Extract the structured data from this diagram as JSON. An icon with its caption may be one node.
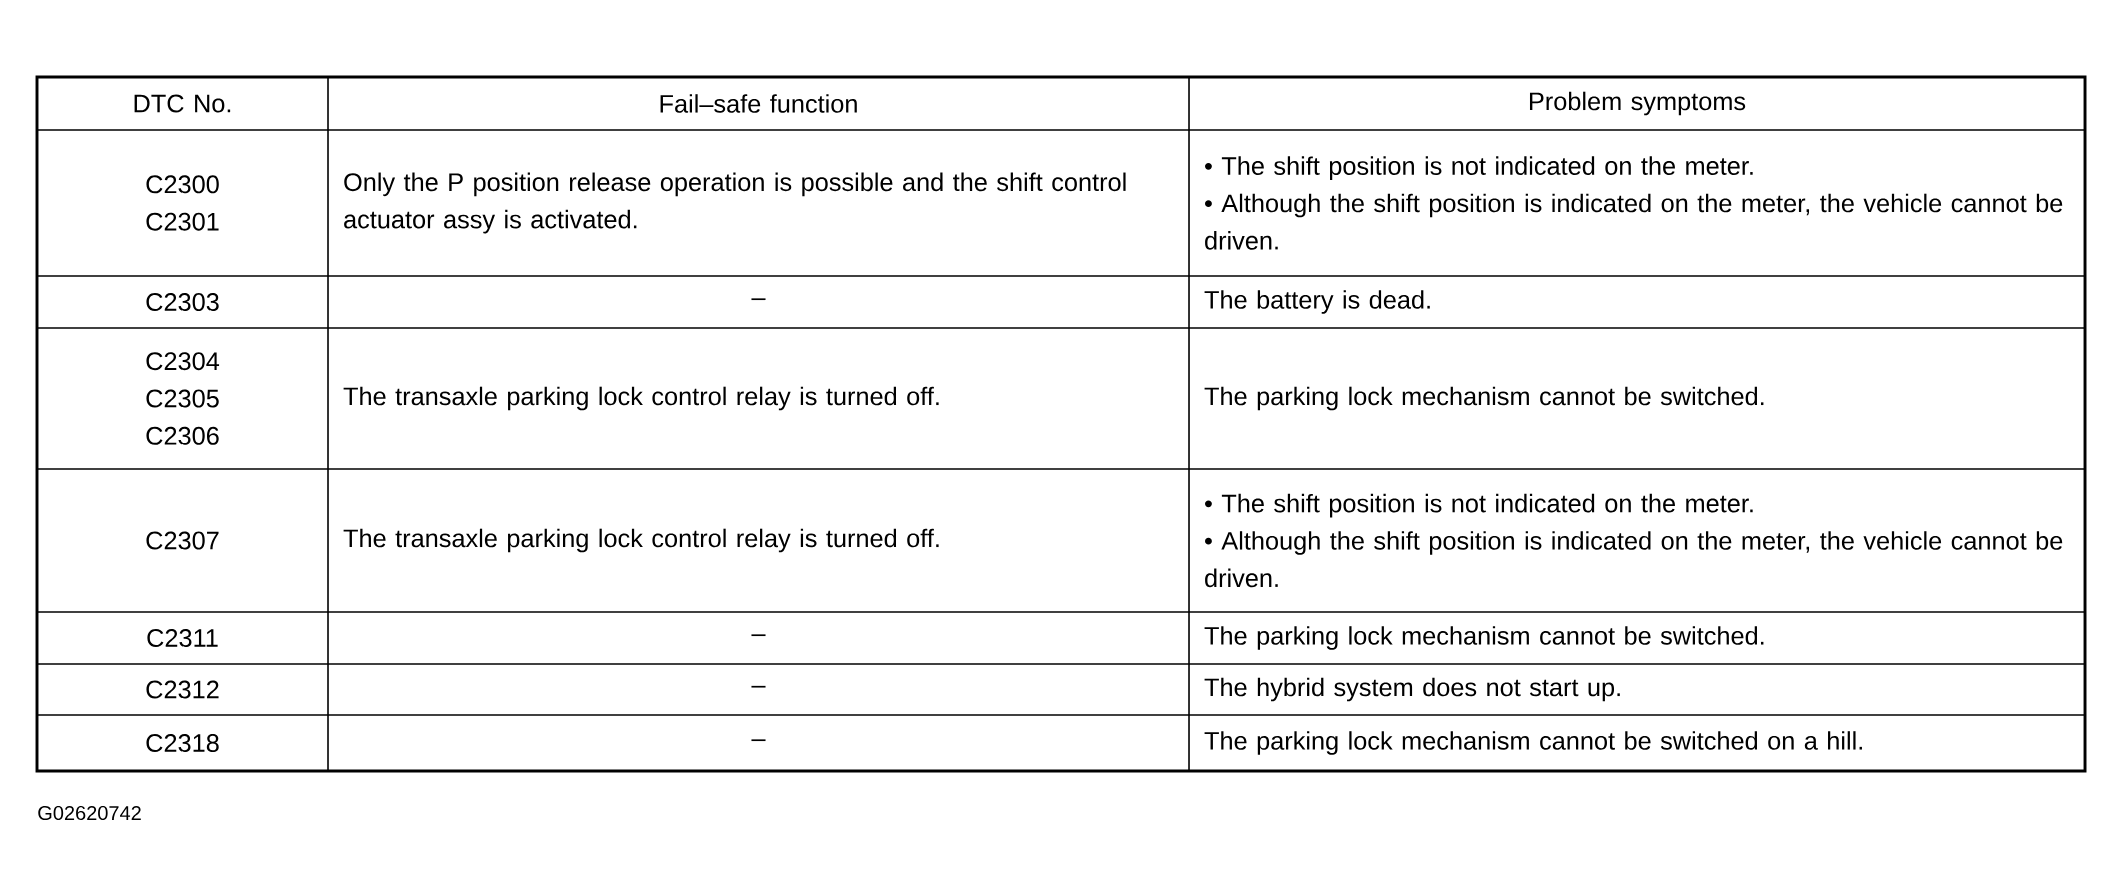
{
  "diagram": {
    "caption": "G02620742",
    "labels": [
      "DTC No.",
      "Fail–safe function",
      "Problem symptoms",
      "C2300",
      "C2301",
      "Only the P position release operation is possible and the shift control actuator assy is activated.",
      "• The shift position is not indicated on the meter.",
      "• Although the shift position is indicated on the meter, the vehicle cannot be driven.",
      "C2303",
      "–",
      "The battery is dead.",
      "C2304",
      "C2305",
      "C2306",
      "The transaxle parking lock control relay is turned off.",
      "The parking lock mechanism cannot be switched.",
      "C2307",
      "The transaxle parking lock control relay is turned off.",
      "• The shift position is not indicated on the meter.",
      "• Although the shift position is indicated on the meter, the vehicle cannot be driven.",
      "C2311",
      "–",
      "The parking lock mechanism cannot be switched.",
      "C2312",
      "–",
      "The hybrid system does not start up.",
      "C2318",
      "–",
      "The parking lock mechanism cannot be switched on a hill."
    ]
  }
}
